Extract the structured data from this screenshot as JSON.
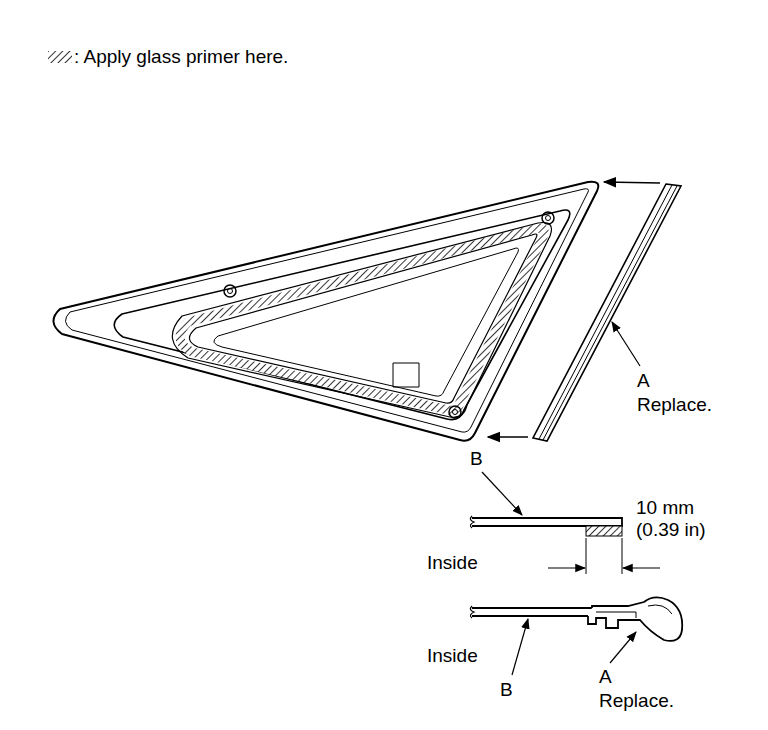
{
  "diagram": {
    "labels": [
      "A",
      "Replace.",
      "B",
      "10 mm",
      "(0.39 in)",
      "Inside",
      "Inside",
      "B",
      "A",
      "Replace."
    ],
    "legend": [
      {
        "text": ": Apply glass primer here."
      }
    ]
  }
}
